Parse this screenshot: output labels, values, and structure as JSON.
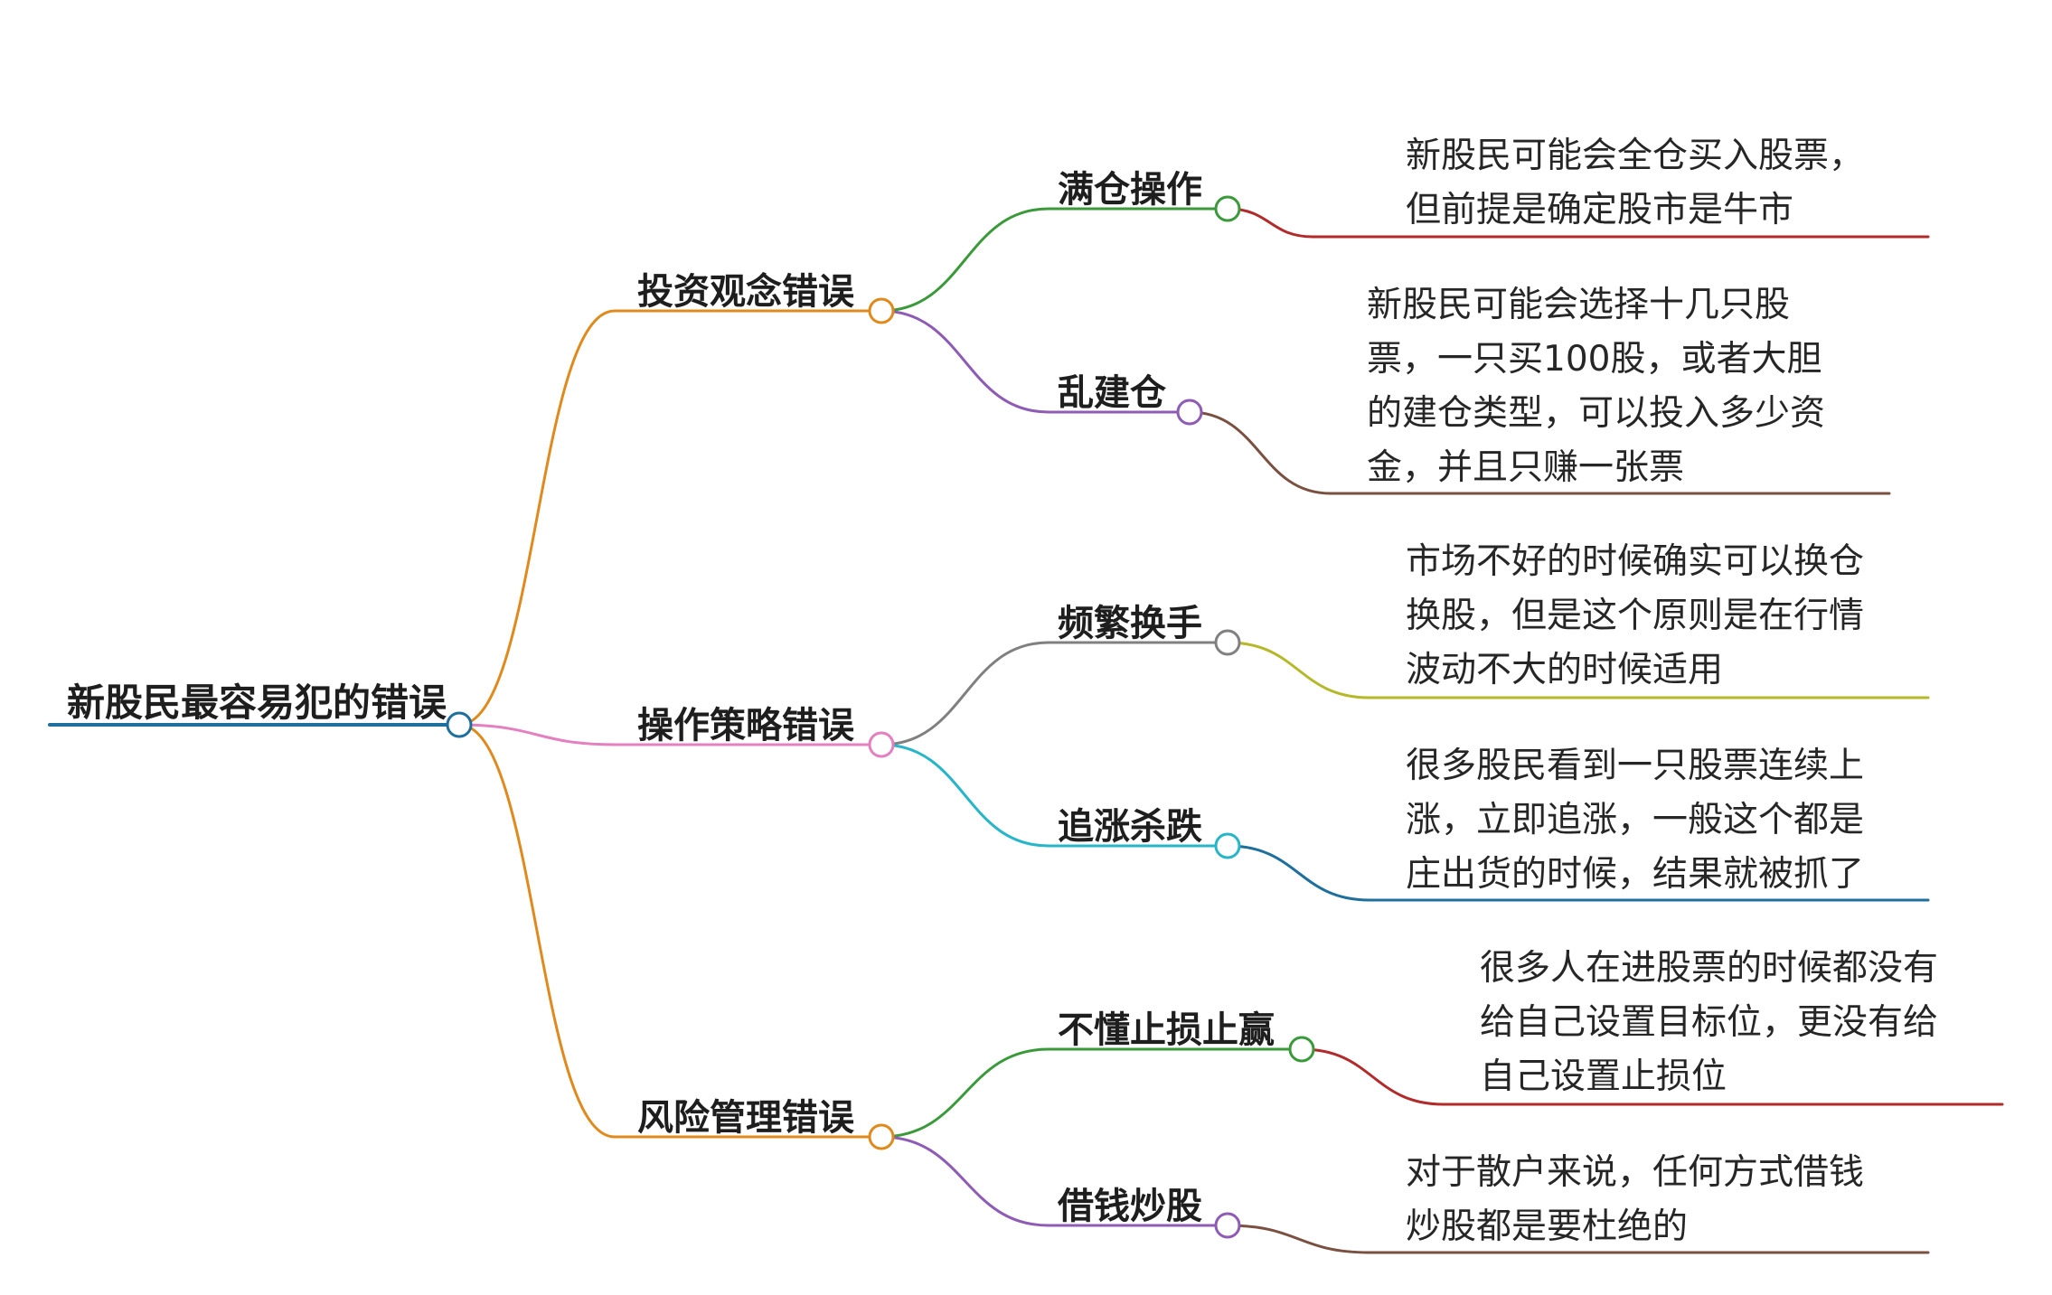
{
  "root": {
    "label": "新股民最容易犯的错误",
    "color": "#1f6f9e"
  },
  "branches": [
    {
      "label": "投资观念错误",
      "color": "#e08a1e",
      "children": [
        {
          "label": "满仓操作",
          "color": "#3a9a3a",
          "note_color": "#b22a2a",
          "note": [
            "新股民可能会全仓买入股票，",
            "但前提是确定股市是牛市"
          ]
        },
        {
          "label": "乱建仓",
          "color": "#8e5bb5",
          "note_color": "#7a5040",
          "note": [
            "新股民可能会选择十几只股",
            "票，一只买100股，或者大胆",
            "的建仓类型，可以投入多少资",
            "金，并且只赚一张票"
          ]
        }
      ]
    },
    {
      "label": "操作策略错误",
      "color": "#e47fc0",
      "children": [
        {
          "label": "频繁换手",
          "color": "#808080",
          "note_color": "#b5b828",
          "note": [
            "市场不好的时候确实可以换仓",
            "换股，但是这个原则是在行情",
            "波动不大的时候适用"
          ]
        },
        {
          "label": "追涨杀跌",
          "color": "#27b5c9",
          "note_color": "#1f6f9e",
          "note": [
            "很多股民看到一只股票连续上",
            "涨，立即追涨，一般这个都是",
            "庄出货的时候，结果就被抓了"
          ]
        }
      ]
    },
    {
      "label": "风险管理错误",
      "color": "#e08a1e",
      "children": [
        {
          "label": "不懂止损止赢",
          "color": "#3a9a3a",
          "note_color": "#b22a2a",
          "note": [
            "很多人在进股票的时候都没有",
            "给自己设置目标位，更没有给",
            "自己设置止损位"
          ]
        },
        {
          "label": "借钱炒股",
          "color": "#8e5bb5",
          "note_color": "#7a5040",
          "note": [
            "对于散户来说，任何方式借钱",
            "炒股都是要杜绝的"
          ]
        }
      ]
    }
  ]
}
